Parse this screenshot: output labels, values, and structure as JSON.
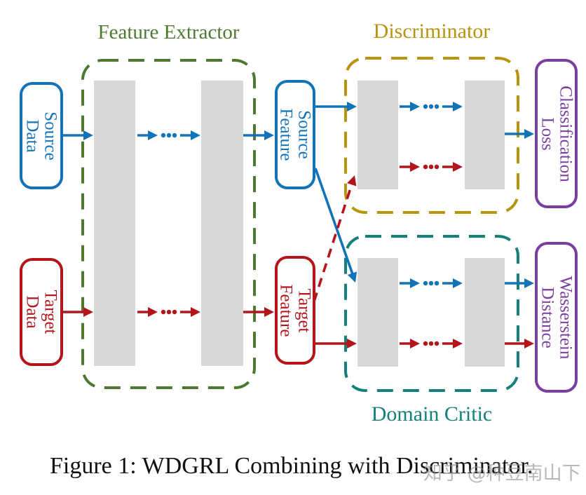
{
  "sections": {
    "feature_extractor": {
      "label": "Feature Extractor"
    },
    "discriminator": {
      "label": "Discriminator"
    },
    "domain_critic": {
      "label": "Domain Critic"
    }
  },
  "nodes": {
    "source_data": {
      "label": "Source\nData"
    },
    "target_data": {
      "label": "Target\nData"
    },
    "source_feature": {
      "label": "Source\nFeature"
    },
    "target_feature": {
      "label": "Target\nFeature"
    },
    "classification_loss": {
      "label": "Classification\nLoss"
    },
    "wasserstein_distance": {
      "label": "Wasserstein\nDistance"
    }
  },
  "caption": "Figure 1: WDGRL Combining with Discriminator.",
  "watermark": "知乎 @种豆南山下",
  "colors": {
    "blue": "#1273b9",
    "red": "#b3151a",
    "green": "#4d7a33",
    "gold": "#b6940e",
    "teal": "#14807a",
    "purple": "#7a3da0",
    "bar": "#d8d8d8",
    "caption": "#111111",
    "watermark": "#8f8f8f"
  }
}
